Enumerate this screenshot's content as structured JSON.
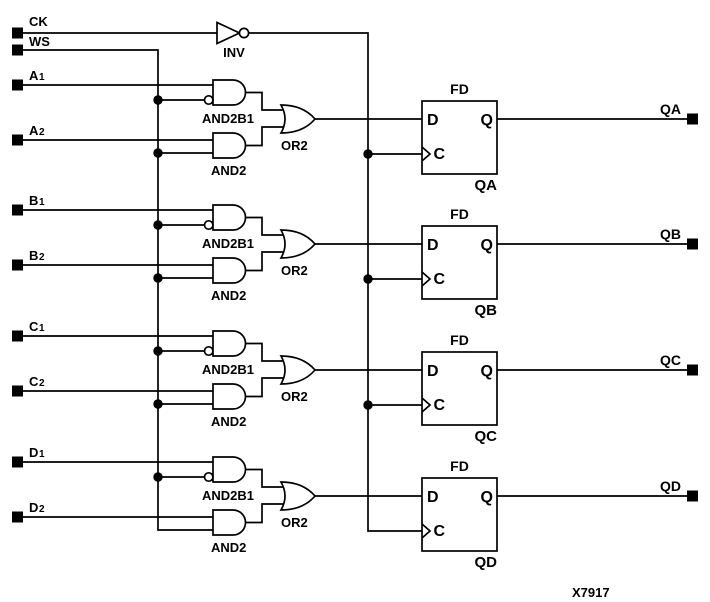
{
  "figure": {
    "code": "X7917"
  },
  "clock": {
    "input_label": "CK",
    "inverter_label": "INV"
  },
  "write_select": {
    "input_label": "WS"
  },
  "stages": [
    {
      "input1": {
        "letter": "A",
        "subscript": "1"
      },
      "input2": {
        "letter": "A",
        "subscript": "2"
      },
      "and2b1_label": "AND2B1",
      "and2_label": "AND2",
      "or2_label": "OR2",
      "flipflop": {
        "type": "FD",
        "pin_d": "D",
        "pin_q": "Q",
        "pin_c": "C",
        "instance": "QA"
      },
      "output_label": "QA"
    },
    {
      "input1": {
        "letter": "B",
        "subscript": "1"
      },
      "input2": {
        "letter": "B",
        "subscript": "2"
      },
      "and2b1_label": "AND2B1",
      "and2_label": "AND2",
      "or2_label": "OR2",
      "flipflop": {
        "type": "FD",
        "pin_d": "D",
        "pin_q": "Q",
        "pin_c": "C",
        "instance": "QB"
      },
      "output_label": "QB"
    },
    {
      "input1": {
        "letter": "C",
        "subscript": "1"
      },
      "input2": {
        "letter": "C",
        "subscript": "2"
      },
      "and2b1_label": "AND2B1",
      "and2_label": "AND2",
      "or2_label": "OR2",
      "flipflop": {
        "type": "FD",
        "pin_d": "D",
        "pin_q": "Q",
        "pin_c": "C",
        "instance": "QC"
      },
      "output_label": "QC"
    },
    {
      "input1": {
        "letter": "D",
        "subscript": "1"
      },
      "input2": {
        "letter": "D",
        "subscript": "2"
      },
      "and2b1_label": "AND2B1",
      "and2_label": "AND2",
      "or2_label": "OR2",
      "flipflop": {
        "type": "FD",
        "pin_d": "D",
        "pin_q": "Q",
        "pin_c": "C",
        "instance": "QD"
      },
      "output_label": "QD"
    }
  ]
}
